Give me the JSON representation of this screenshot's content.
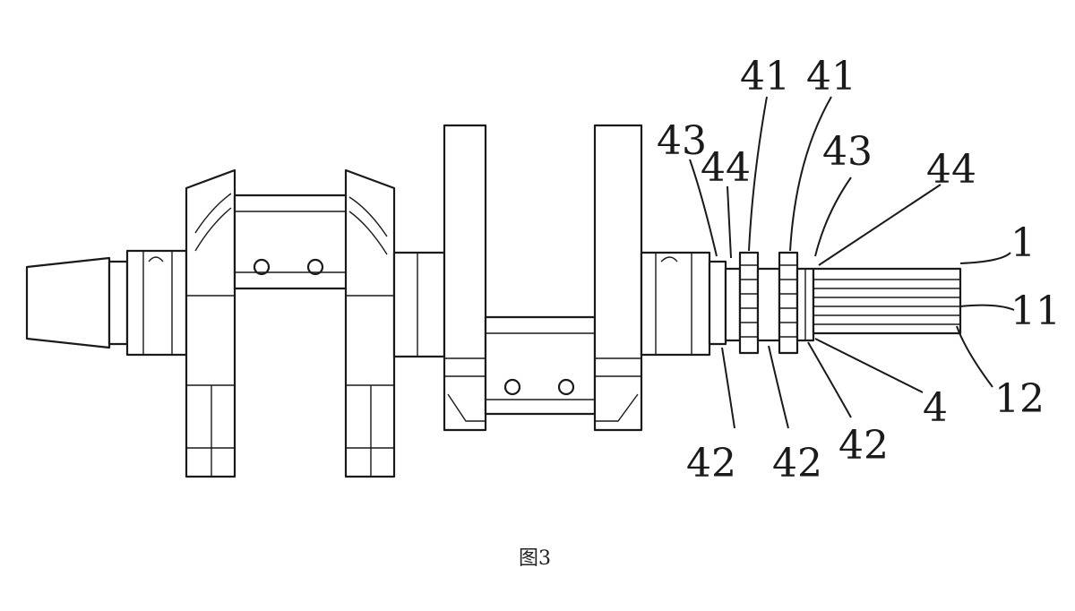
{
  "figure": {
    "caption": "图3"
  },
  "callouts": {
    "c43a": "43",
    "c44a": "44",
    "c41a": "41",
    "c41b": "41",
    "c43b": "43",
    "c44b": "44",
    "c1": "1",
    "c11": "11",
    "c4": "4",
    "c12": "12",
    "c42a": "42",
    "c42b": "42",
    "c42c": "42"
  }
}
